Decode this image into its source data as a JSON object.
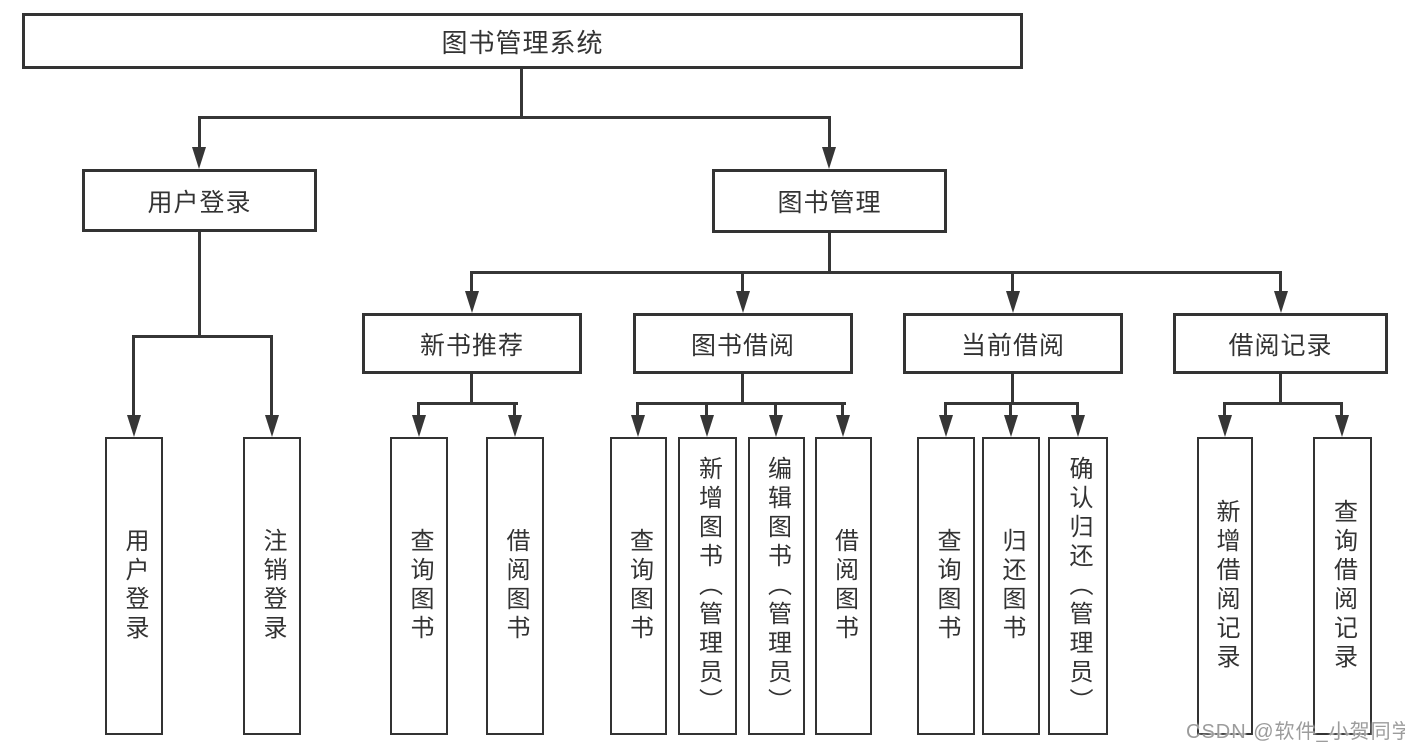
{
  "watermark": "CSDN @软件_小贺同学",
  "colors": {
    "line": "#363636",
    "border": "#333333",
    "text": "#333333",
    "box_bg": "#ffffff",
    "watermark": "#9c9c9c",
    "background": "#ffffff"
  },
  "nodes": {
    "system": {
      "label": "图书管理系统"
    },
    "user_login": {
      "label": "用户登录",
      "children": {
        "login": {
          "label": "用户登录"
        },
        "logout": {
          "label": "注销登录"
        }
      }
    },
    "book_mgmt": {
      "label": "图书管理",
      "children": {
        "new_book_rec": {
          "label": "新书推荐",
          "children": {
            "query_books": {
              "label": "查询图书"
            },
            "borrow_books": {
              "label": "借阅图书"
            }
          }
        },
        "book_borrow": {
          "label": "图书借阅",
          "children": {
            "query_books": {
              "label": "查询图书"
            },
            "add_books": {
              "label": "新增图书（管理员）"
            },
            "edit_books": {
              "label": "编辑图书（管理员）"
            },
            "borrow_books": {
              "label": "借阅图书"
            }
          }
        },
        "current_borrow": {
          "label": "当前借阅",
          "children": {
            "query_books": {
              "label": "查询图书"
            },
            "return_books": {
              "label": "归还图书"
            },
            "confirm_return": {
              "label": "确认归还（管理员）"
            }
          }
        },
        "borrow_records": {
          "label": "借阅记录",
          "children": {
            "add_record": {
              "label": "新增借阅记录"
            },
            "query_record": {
              "label": "查询借阅记录"
            }
          }
        }
      }
    }
  }
}
